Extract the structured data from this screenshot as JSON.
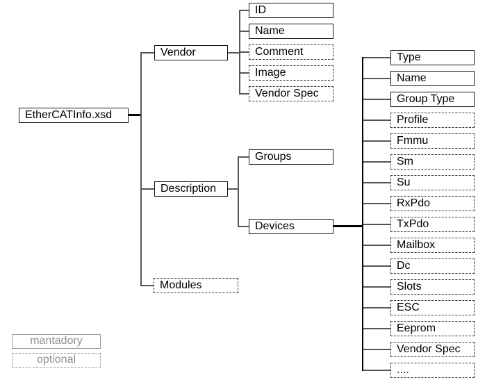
{
  "diagram": {
    "root": {
      "label": "EtherCATInfo.xsd",
      "style": "mandatory"
    },
    "level1": {
      "vendor": {
        "label": "Vendor",
        "style": "mandatory"
      },
      "description": {
        "label": "Description",
        "style": "mandatory"
      },
      "modules": {
        "label": "Modules",
        "style": "optional"
      }
    },
    "vendor_children": [
      {
        "label": "ID",
        "style": "mandatory"
      },
      {
        "label": "Name",
        "style": "mandatory"
      },
      {
        "label": "Comment",
        "style": "optional"
      },
      {
        "label": "Image",
        "style": "optional"
      },
      {
        "label": "Vendor Spec",
        "style": "optional"
      }
    ],
    "description_children": [
      {
        "label": "Groups",
        "style": "mandatory"
      },
      {
        "label": "Devices",
        "style": "mandatory"
      }
    ],
    "devices_children": [
      {
        "label": "Type",
        "style": "mandatory"
      },
      {
        "label": "Name",
        "style": "mandatory"
      },
      {
        "label": "Group Type",
        "style": "mandatory"
      },
      {
        "label": "Profile",
        "style": "optional"
      },
      {
        "label": "Fmmu",
        "style": "optional"
      },
      {
        "label": "Sm",
        "style": "optional"
      },
      {
        "label": "Su",
        "style": "optional"
      },
      {
        "label": "RxPdo",
        "style": "optional"
      },
      {
        "label": "TxPdo",
        "style": "optional"
      },
      {
        "label": "Mailbox",
        "style": "optional"
      },
      {
        "label": "Dc",
        "style": "optional"
      },
      {
        "label": "Slots",
        "style": "optional"
      },
      {
        "label": "ESC",
        "style": "optional"
      },
      {
        "label": "Eeprom",
        "style": "optional"
      },
      {
        "label": "Vendor Spec",
        "style": "optional"
      },
      {
        "label": "....",
        "style": "optional"
      }
    ],
    "legend": {
      "mandatory": {
        "label": "mantadory"
      },
      "optional": {
        "label": "optional"
      }
    },
    "colors": {
      "background": "#ffffff",
      "node_border": "#141414",
      "optional_border": "#333333",
      "connector_line": "#555555",
      "thick_connector": "#000000",
      "legend_gray": "#8f8f8f"
    }
  }
}
